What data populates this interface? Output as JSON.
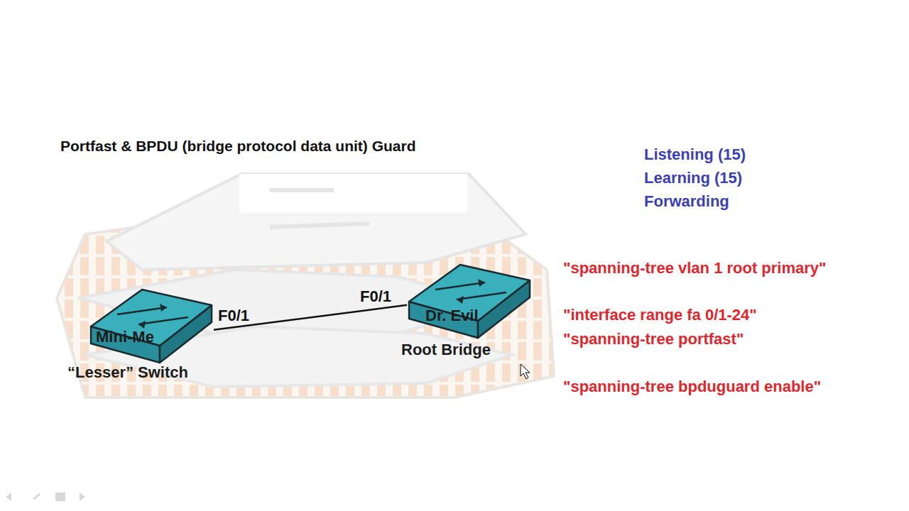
{
  "diagram": {
    "title": "Portfast & BPDU (bridge protocol data unit) Guard",
    "nodes": [
      {
        "text": [
          "Mini-Me",
          "“Lesser” Switch"
        ]
      },
      {
        "text": [
          "Dr. Evil",
          "Root Bridge"
        ]
      }
    ],
    "edges": [
      {
        "from": 0,
        "to": 1,
        "arrow": "none"
      }
    ],
    "labels": [
      "F0/1",
      "F0/1",
      "Listening (15)",
      "Learning (15)",
      "Forwarding",
      "\"spanning-tree vlan 1 root primary\"",
      "\"interface range fa 0/1-24\"",
      "\"spanning-tree portfast\"",
      "\"spanning-tree bpduguard enable\""
    ]
  }
}
